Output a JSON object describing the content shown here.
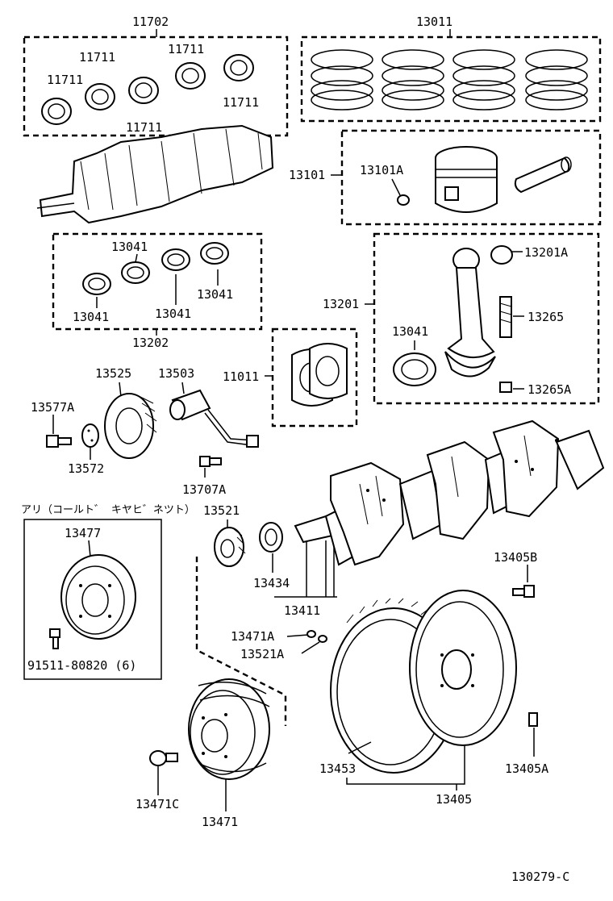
{
  "diagram": {
    "groups": {
      "bearing_set_top": "11702",
      "piston_ring_set": "13011",
      "piston_sub_assy": "13101",
      "bearing_set_bottom": "13202",
      "rod_sub_assy": "13201",
      "thrust_washer_set": "11011",
      "crankshaft_key": "13411",
      "flywheel_assy": "13405"
    },
    "labels": {
      "bearing_a1": "11711",
      "bearing_a2": "11711",
      "bearing_a3": "11711",
      "bearing_a4": "11711",
      "bearing_a5": "11711",
      "snap_ring": "13101A",
      "bush": "13201A",
      "rod_bolt": "13265",
      "rod_nut": "13265A",
      "rod_bearing": "13041",
      "conn_bearing_1": "13041",
      "conn_bearing_2": "13041",
      "conn_bearing_3": "13041",
      "conn_bearing_4": "13041",
      "timing_gear": "13525",
      "sensor": "13503",
      "bolt_a": "13577A",
      "plate": "13572",
      "sensor_bolt": "13707A",
      "crank_gear": "13521",
      "spacer": "13434",
      "key_a": "13471A",
      "key_b": "13521A",
      "pulley": "13471",
      "pulley_bolt": "13471C",
      "damper_pulley": "13477",
      "damper_bolt": "91511-80820 (6)",
      "flywheel_bolt": "13405B",
      "ring_gear": "13453",
      "dowel_pin": "13405A"
    },
    "note_cold_cabinet": "アリ（コールト゛ キヤヒ゛ネツト）",
    "figure_code": "130279-C"
  }
}
